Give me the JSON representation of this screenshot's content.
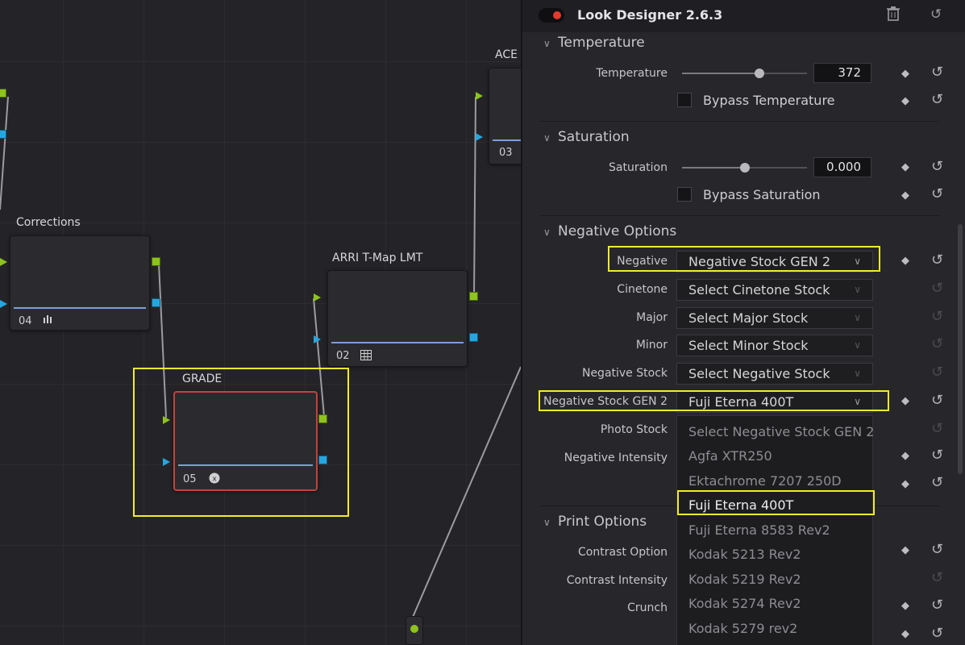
{
  "graph": {
    "nodes": {
      "corrections": {
        "label": "Corrections",
        "num": "04",
        "icon": "bar-chart-icon"
      },
      "arri": {
        "label": "ARRI T-Map LMT",
        "num": "02",
        "icon": "grid-icon"
      },
      "grade": {
        "label": "GRADE",
        "num": "05",
        "icon": "fx-icon"
      },
      "aces": {
        "label": "ACE",
        "num": "03"
      }
    }
  },
  "panel": {
    "title": "Look Designer 2.6.3",
    "header_icons": [
      "trash-icon",
      "reset-all-icon"
    ],
    "sections": {
      "temperature": {
        "title": "Temperature",
        "slider_label": "Temperature",
        "value": "372",
        "slider_fraction": 0.62,
        "bypass_label": "Bypass Temperature"
      },
      "saturation": {
        "title": "Saturation",
        "slider_label": "Saturation",
        "value": "0.000",
        "slider_fraction": 0.5,
        "bypass_label": "Bypass Saturation"
      },
      "negative_options": {
        "title": "Negative Options",
        "rows": [
          {
            "label": "Negative",
            "value": "Negative Stock GEN 2"
          },
          {
            "label": "Cinetone",
            "value": "Select Cinetone Stock"
          },
          {
            "label": "Major",
            "value": "Select Major Stock"
          },
          {
            "label": "Minor",
            "value": "Select Minor Stock"
          },
          {
            "label": "Negative Stock",
            "value": "Select Negative Stock"
          },
          {
            "label": "Negative Stock GEN 2",
            "value": "Fuji Eterna 400T"
          },
          {
            "label": "Photo Stock"
          },
          {
            "label": "Negative Intensity"
          }
        ]
      },
      "print_options": {
        "title": "Print Options",
        "rows": [
          {
            "label": "Contrast Option"
          },
          {
            "label": "Contrast Intensity"
          },
          {
            "label": "Crunch"
          }
        ]
      }
    },
    "dropdown_options": [
      "Select Negative Stock GEN 2",
      "Agfa XTR250",
      "Ektachrome 7207 250D",
      "Fuji Eterna 400T",
      "Fuji Eterna 8583 Rev2",
      "Kodak 5213 Rev2",
      "Kodak 5219 Rev2",
      "Kodak 5274 Rev2",
      "Kodak 5279 rev2"
    ],
    "dropdown_selected": "Fuji Eterna 400T"
  },
  "colors": {
    "highlight": "#f3ec2a",
    "port_green": "#8ec21c",
    "port_blue": "#26a6df",
    "selected_node_border": "#c0443c",
    "toggle_dot": "#e33b2e"
  }
}
